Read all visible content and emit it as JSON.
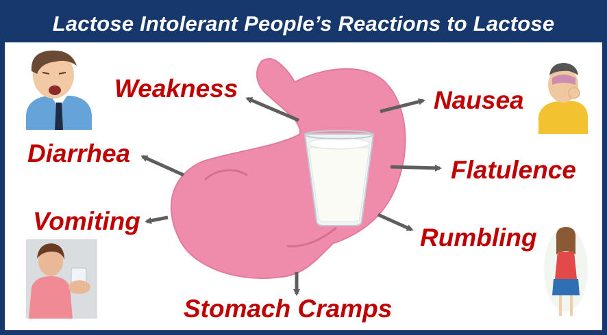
{
  "title": "Lactose Intolerant People’s Reactions to Lactose",
  "reactions": {
    "weakness": "Weakness",
    "nausea": "Nausea",
    "diarrhea": "Diarrhea",
    "flatulence": "Flatulence",
    "vomiting": "Vomiting",
    "rumbling": "Rumbling",
    "stomach_cramps": "Stomach Cramps"
  },
  "colors": {
    "frame": "#17386d",
    "label": "#c00000",
    "stomach": "#ef8cac",
    "arrow": "#5e5e5e"
  },
  "icons": {
    "center": "stomach-icon",
    "drink": "milk-glass-icon"
  }
}
